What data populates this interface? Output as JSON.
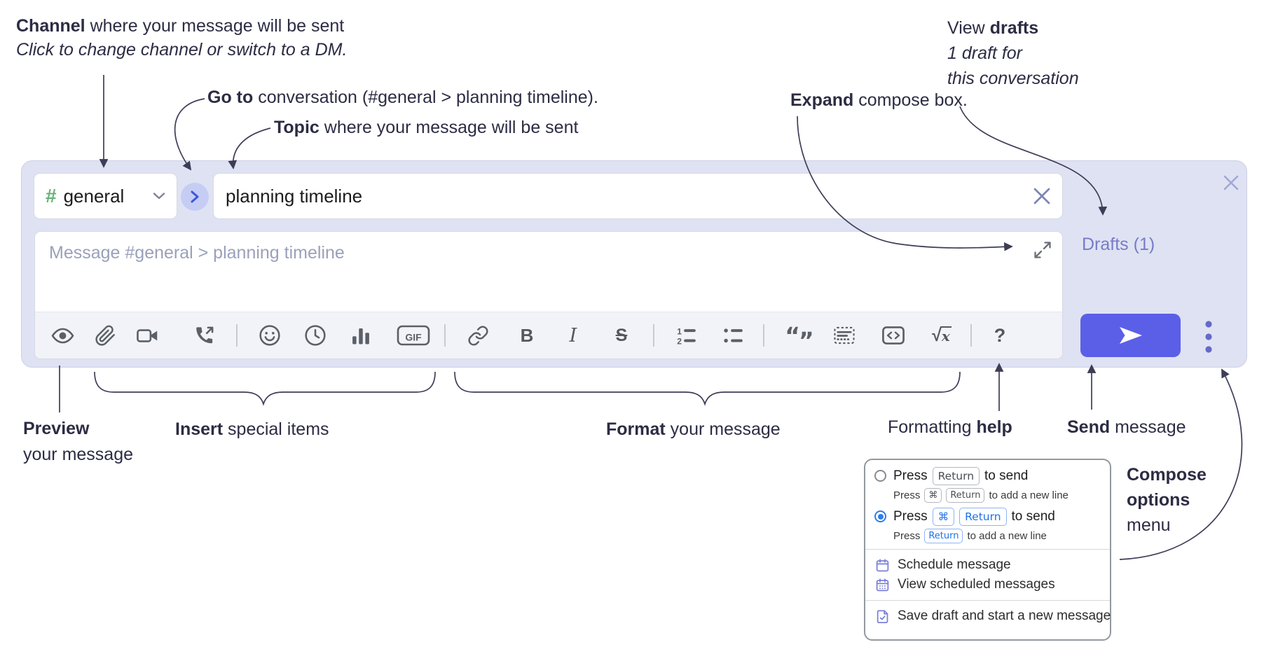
{
  "annotations": {
    "channel": {
      "bold": "Channel",
      "rest": " where your message will be sent",
      "sub": "Click to change channel or switch to a DM."
    },
    "goto": {
      "bold": "Go to",
      "rest": " conversation (#general > planning timeline)."
    },
    "topic": {
      "bold": "Topic",
      "rest": " where your message will be sent"
    },
    "expand": {
      "bold": "Expand",
      "rest": " compose box."
    },
    "drafts": {
      "pre": "View ",
      "bold": "drafts",
      "sub1": "1 draft for",
      "sub2": "this conversation"
    },
    "preview": {
      "bold": "Preview",
      "line2": "your message"
    },
    "insert": {
      "bold": "Insert",
      "rest": " special items"
    },
    "format": {
      "bold": "Format",
      "rest": " your message"
    },
    "formatting_help": {
      "pre": "Formatting ",
      "bold": "help"
    },
    "send": {
      "bold": "Send",
      "rest": " message"
    },
    "compose_options": {
      "line1": "Compose",
      "line2": "options",
      "line3": "menu"
    }
  },
  "compose_box": {
    "channel_hash": "#",
    "channel_name": "general",
    "topic_value": "planning timeline",
    "message_placeholder": "Message #general > planning timeline",
    "drafts_link": "Drafts (1)",
    "toolbar": {
      "gif_label": "GIF",
      "bold_label": "B",
      "italic_label": "I",
      "strike_label": "S",
      "quote_open": "“",
      "quote_close": "”",
      "math_radical": "√",
      "math_x": "x",
      "help_label": "?",
      "icons": [
        "preview-eye",
        "attach-file",
        "video-call",
        "audio-call",
        "emoji",
        "global-time",
        "poll",
        "gif",
        "link",
        "bold",
        "italic",
        "strikethrough",
        "numbered-list",
        "bulleted-list",
        "quote",
        "spoiler",
        "code",
        "math",
        "help"
      ]
    }
  },
  "options_menu": {
    "press": "Press",
    "return_key": "Return",
    "cmd_key": "⌘",
    "to_send": "to send",
    "to_add_new_line": "to add a new line",
    "items": {
      "schedule": "Schedule message",
      "view_scheduled": "View scheduled messages",
      "save_draft": "Save draft and start a new message"
    }
  },
  "colors": {
    "compose_bg": "#dfe2f2",
    "accent_indigo": "#5b5fe8",
    "hash_green": "#65b374",
    "drafts_link": "#777cc7",
    "key_blue": "#1f72e8",
    "toolbar_icon_gray": "#5a5f68",
    "menu_icon_indigo": "#7a7fd9",
    "annotation_text": "#2c2c44"
  }
}
